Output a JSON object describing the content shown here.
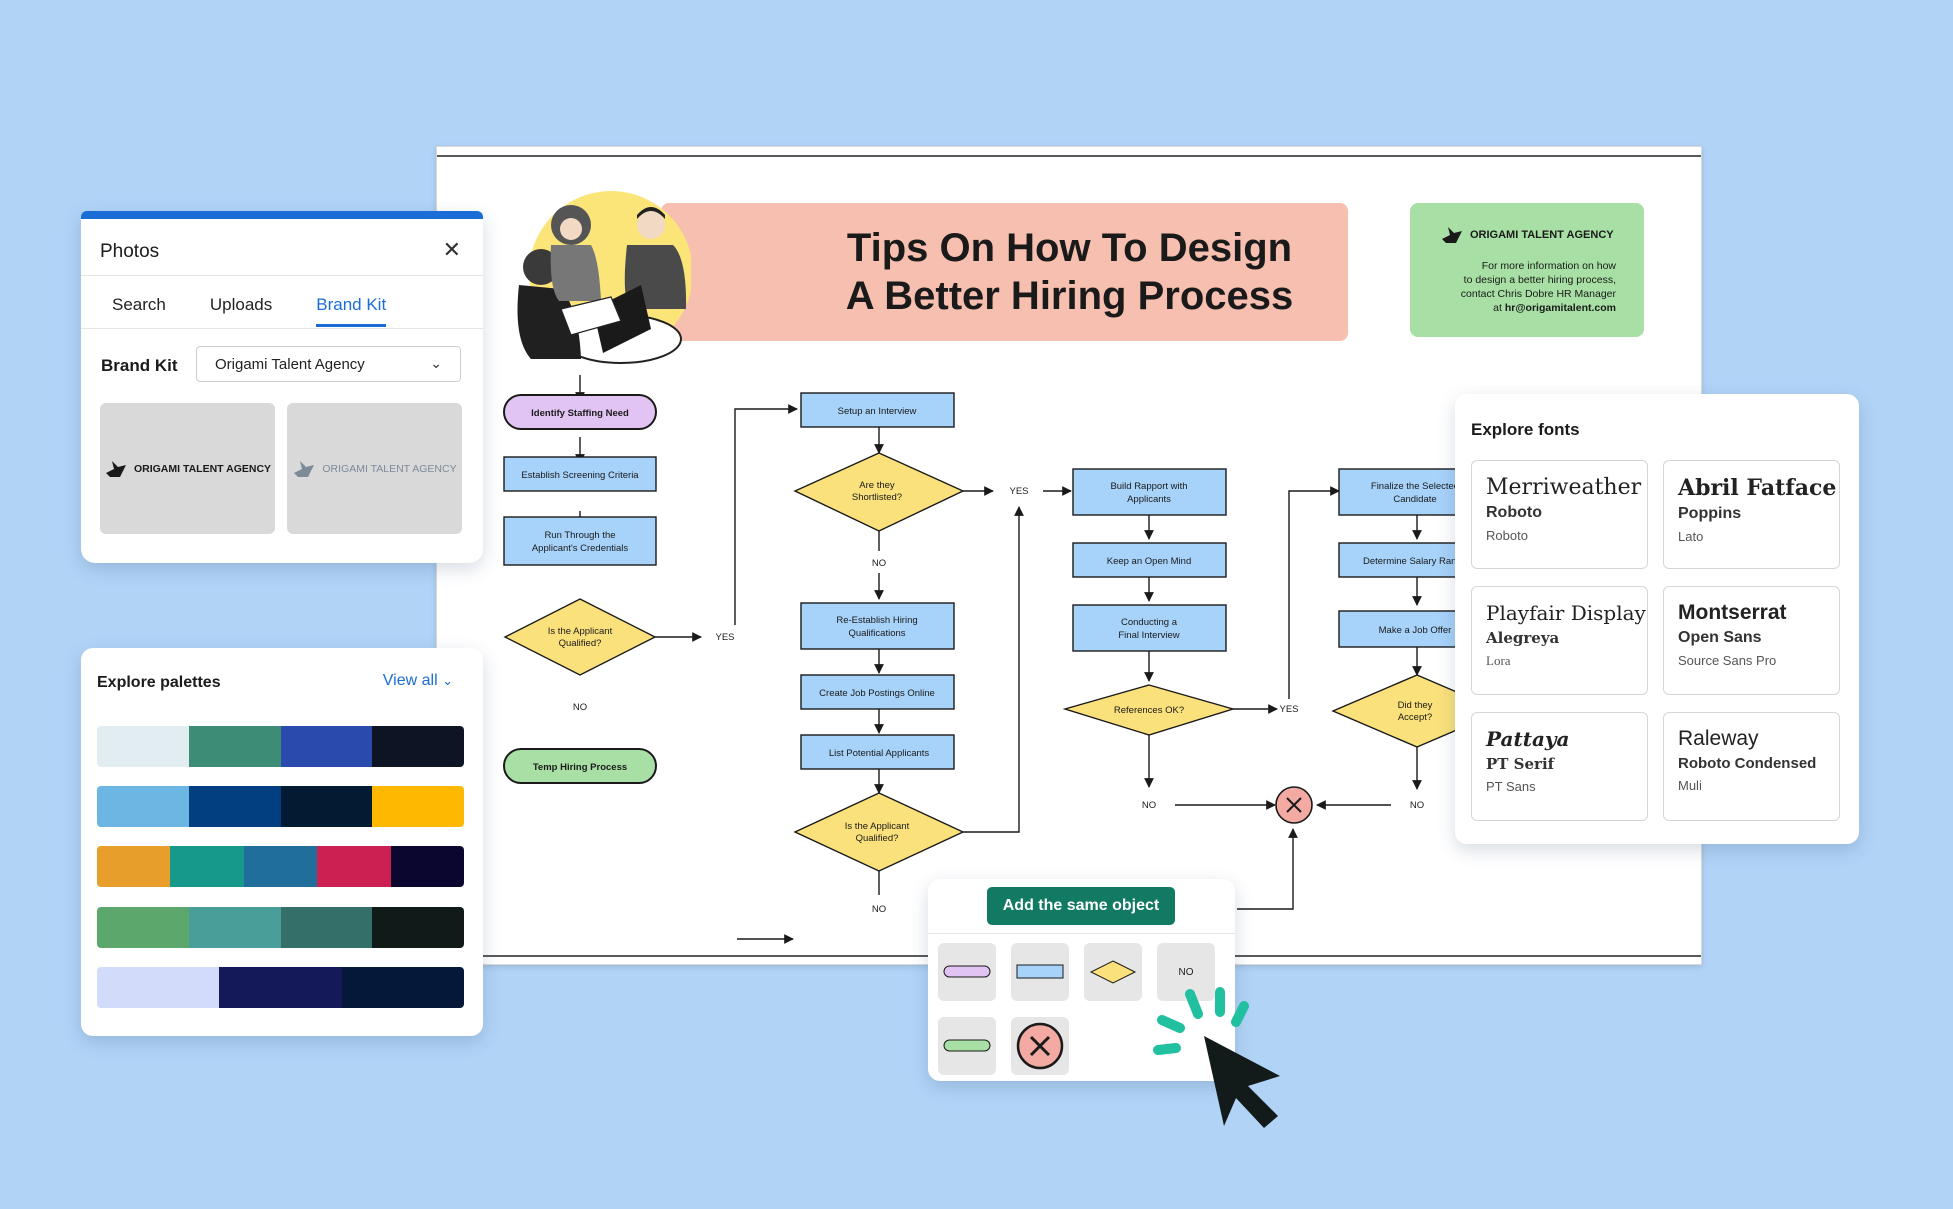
{
  "canvas": {
    "title_line1": "Tips On How To Design",
    "title_line2": "A Better Hiring Process",
    "agency_name": "ORIGAMI TALENT AGENCY",
    "agency_info_line1": "For more information on how",
    "agency_info_line2": "to design a better hiring process,",
    "agency_info_line3": "contact Chris Dobre HR Manager",
    "agency_info_line4_prefix": "at ",
    "agency_email": "hr@origamitalent.com"
  },
  "flowchart": {
    "identify": "Identify Staffing Need",
    "establish": "Establish Screening Criteria",
    "run1": "Run Through the",
    "run2": "Applicant's Credentials",
    "qual1_a": "Is the Applicant",
    "qual1_b": "Qualified?",
    "temp": "Temp Hiring Process",
    "setup": "Setup an Interview",
    "short_a": "Are they",
    "short_b": "Shortlisted?",
    "reest_a": "Re-Establish Hiring",
    "reest_b": "Qualifications",
    "jobpost": "Create Job Postings Online",
    "listpot": "List Potential Applicants",
    "qual2_a": "Is the Applicant",
    "qual2_b": "Qualified?",
    "rapport_a": "Build Rapport with",
    "rapport_b": "Applicants",
    "openmind": "Keep an Open Mind",
    "final_a": "Conducting a",
    "final_b": "Final Interview",
    "refs": "References OK?",
    "finalize_a": "Finalize the Selected",
    "finalize_b": "Candidate",
    "salary": "Determine Salary Range",
    "offer": "Make a Job Offer",
    "accept_a": "Did they",
    "accept_b": "Accept?",
    "yes": "YES",
    "no": "NO"
  },
  "photos_panel": {
    "title": "Photos",
    "tabs": [
      "Search",
      "Uploads",
      "Brand Kit"
    ],
    "active_tab": "Brand Kit",
    "brand_kit_label": "Brand Kit",
    "brand_kit_value": "Origami Talent Agency",
    "logo_text": "ORIGAMI TALENT AGENCY"
  },
  "palettes_panel": {
    "title": "Explore palettes",
    "view_all": "View all",
    "palettes": [
      [
        "#e1edf1",
        "#3d8c76",
        "#2b4aae",
        "#0d1524"
      ],
      [
        "#6cb6e3",
        "#023f80",
        "#031a33",
        "#ffb800"
      ],
      [
        "#e79e2b",
        "#16998a",
        "#1f6e9c",
        "#cc1f52",
        "#0b0630"
      ],
      [
        "#5ca86c",
        "#4a9e9a",
        "#346f69",
        "#0f1a19"
      ],
      [
        "#d3dbfb",
        "#141a59",
        "#06183a"
      ]
    ]
  },
  "fonts_panel": {
    "title": "Explore fonts",
    "cards": [
      {
        "primary": "Merriweather",
        "secondary": "Roboto",
        "tertiary": "Roboto"
      },
      {
        "primary": "Abril Fatface",
        "secondary": "Poppins",
        "tertiary": "Lato"
      },
      {
        "primary": "Playfair Display",
        "secondary": "Alegreya",
        "tertiary": "Lora"
      },
      {
        "primary": "Montserrat",
        "secondary": "Open Sans",
        "tertiary": "Source Sans Pro"
      },
      {
        "primary": "Pattaya",
        "secondary": "PT Serif",
        "tertiary": "PT Sans"
      },
      {
        "primary": "Raleway",
        "secondary": "Roboto Condensed",
        "tertiary": "Muli"
      }
    ]
  },
  "add_object": {
    "button_label": "Add the same object",
    "no_label": "NO"
  },
  "colors": {
    "background": "#b1d3f6",
    "accent_blue": "#1a6dd6",
    "button_green": "#127a63",
    "banner_pink": "#f6bfb0",
    "agency_green": "#a7dfa4",
    "process_blue": "#a7d2fa",
    "decision_yellow": "#fae17c",
    "terminal_purple": "#e2c4f4",
    "terminal_green": "#a7dfa4",
    "close_circle": "#f3aaa3"
  }
}
